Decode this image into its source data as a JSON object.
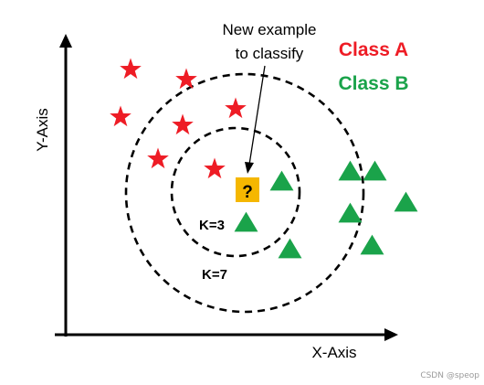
{
  "texts": {
    "y_axis_label": "Y-Axis",
    "x_axis_label": "X-Axis",
    "new_example_line1": "New example",
    "new_example_line2": "to classify",
    "question_mark": "?",
    "class_a": "Class A",
    "class_b": "Class B",
    "k3": "K=3",
    "k7": "K=7",
    "watermark": "CSDN @speop"
  },
  "colors": {
    "class_a": "#ee1c25",
    "class_b": "#1aa34a",
    "query": "#f5b700",
    "axes": "#000000",
    "circles": "#000000"
  },
  "legend": [
    {
      "label_key": "class_a",
      "color_key": "class_a"
    },
    {
      "label_key": "class_b",
      "color_key": "class_b"
    }
  ],
  "icons": {
    "class_a_marker": "star-icon",
    "class_b_marker": "triangle-icon",
    "query_marker": "question-box-icon"
  },
  "neighborhoods": [
    {
      "label_key": "k3"
    },
    {
      "label_key": "k7"
    }
  ]
}
